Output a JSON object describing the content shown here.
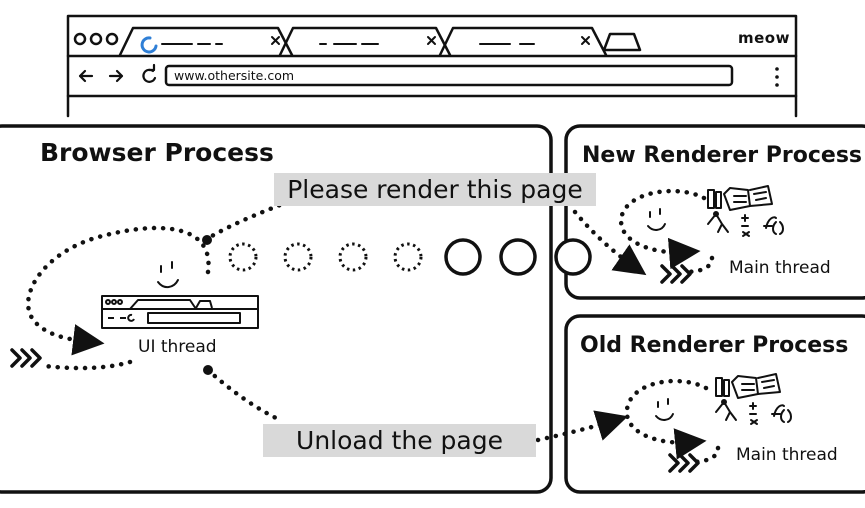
{
  "browser": {
    "brand": "meow",
    "address": "www.othersite.com",
    "menu_icon": "kebab-menu-icon",
    "nav_icons": [
      "back-arrow-icon",
      "forward-arrow-icon",
      "reload-icon"
    ]
  },
  "browser_process": {
    "title": "Browser Process",
    "ui_thread_label": "UI thread"
  },
  "new_renderer": {
    "title": "New Renderer Process",
    "main_thread_label": "Main thread"
  },
  "old_renderer": {
    "title": "Old Renderer Process",
    "main_thread_label": "Main thread"
  },
  "messages": {
    "render_request": "Please render this page",
    "unload_request": "Unload the page"
  },
  "progress_dots": {
    "total": 7,
    "dashed": 4,
    "solid": 3
  },
  "colors": {
    "ink": "#111111",
    "label_bg": "#d9d9d9",
    "loading_accent": "#2f7fd6"
  }
}
